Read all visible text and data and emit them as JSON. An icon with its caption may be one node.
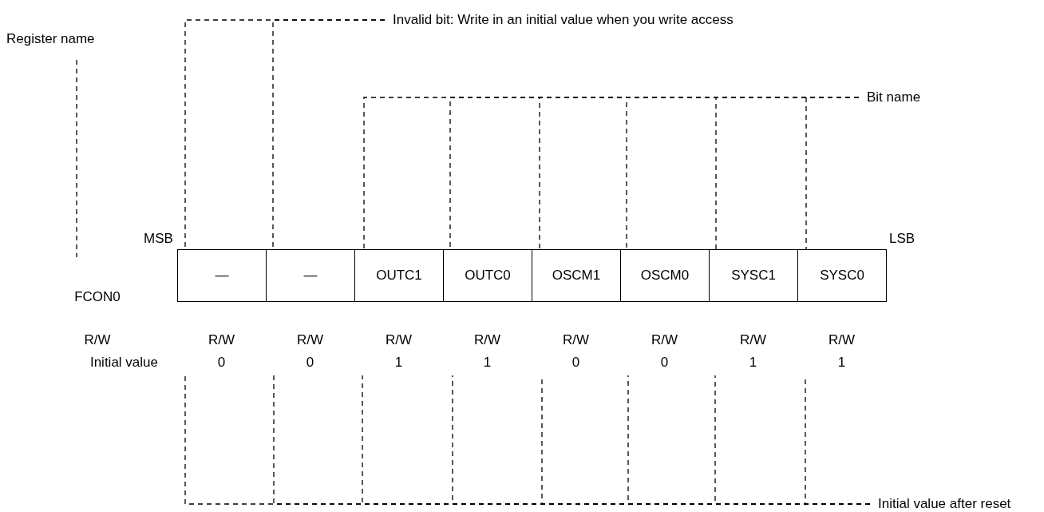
{
  "diagram": {
    "nodes": [
      {
        "text": [
          "Invalid bit: Write in an initial value when you write access"
        ]
      },
      {
        "text": [
          "Register name"
        ]
      },
      {
        "text": [
          "Bit name"
        ]
      },
      {
        "text": [
          "FCON0"
        ]
      },
      {
        "text": [
          "—"
        ]
      },
      {
        "text": [
          "—"
        ]
      },
      {
        "text": [
          "OUTC1"
        ]
      },
      {
        "text": [
          "OUTC0"
        ]
      },
      {
        "text": [
          "OSCM1"
        ]
      },
      {
        "text": [
          "OSCM0"
        ]
      },
      {
        "text": [
          "SYSC1"
        ]
      },
      {
        "text": [
          "SYSC0"
        ]
      },
      {
        "text": [
          "0"
        ]
      },
      {
        "text": [
          "0"
        ]
      },
      {
        "text": [
          "1"
        ]
      },
      {
        "text": [
          "1"
        ]
      },
      {
        "text": [
          "0"
        ]
      },
      {
        "text": [
          "0"
        ]
      },
      {
        "text": [
          "1"
        ]
      },
      {
        "text": [
          "1"
        ]
      },
      {
        "text": [
          "Initial value after reset"
        ]
      }
    ],
    "edges": [
      {
        "from": 1,
        "to": 3,
        "arrow": "none",
        "style": "dashed"
      },
      {
        "from": 0,
        "to": 4,
        "arrow": "none",
        "style": "dashed"
      },
      {
        "from": 0,
        "to": 5,
        "arrow": "none",
        "style": "dashed"
      },
      {
        "from": 2,
        "to": 6,
        "arrow": "none",
        "style": "dashed"
      },
      {
        "from": 2,
        "to": 7,
        "arrow": "none",
        "style": "dashed"
      },
      {
        "from": 2,
        "to": 8,
        "arrow": "none",
        "style": "dashed"
      },
      {
        "from": 2,
        "to": 9,
        "arrow": "none",
        "style": "dashed"
      },
      {
        "from": 2,
        "to": 10,
        "arrow": "none",
        "style": "dashed"
      },
      {
        "from": 2,
        "to": 11,
        "arrow": "none",
        "style": "dashed"
      },
      {
        "from": 20,
        "to": 12,
        "arrow": "none",
        "style": "dashed"
      },
      {
        "from": 20,
        "to": 13,
        "arrow": "none",
        "style": "dashed"
      },
      {
        "from": 20,
        "to": 14,
        "arrow": "none",
        "style": "dashed"
      },
      {
        "from": 20,
        "to": 15,
        "arrow": "none",
        "style": "dashed"
      },
      {
        "from": 20,
        "to": 16,
        "arrow": "none",
        "style": "dashed"
      },
      {
        "from": 20,
        "to": 17,
        "arrow": "none",
        "style": "dashed"
      },
      {
        "from": 20,
        "to": 18,
        "arrow": "none",
        "style": "dashed"
      },
      {
        "from": 20,
        "to": 19,
        "arrow": "none",
        "style": "dashed"
      }
    ],
    "labels": [
      "MSB",
      "LSB",
      "R/W",
      "R/W",
      "R/W",
      "R/W",
      "R/W",
      "R/W",
      "R/W",
      "R/W",
      "R/W",
      "Initial value"
    ]
  }
}
